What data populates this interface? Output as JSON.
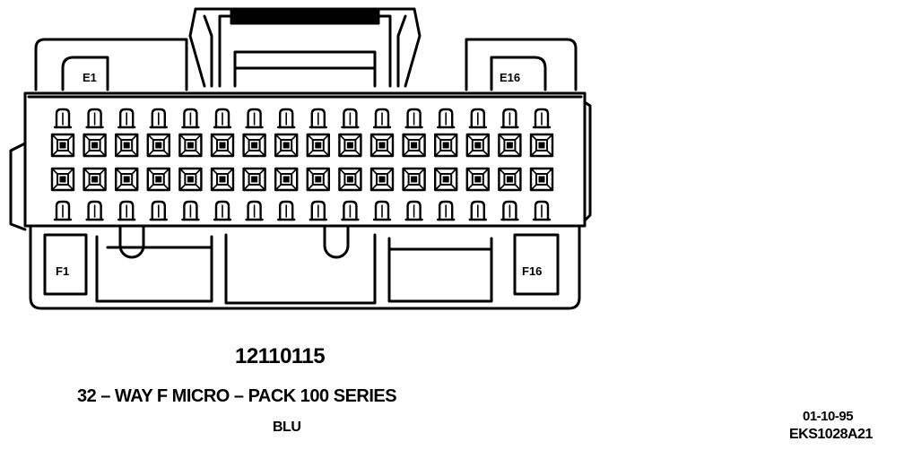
{
  "connector": {
    "part_number": "12110115",
    "description": "32 – WAY F MICRO – PACK 100 SERIES",
    "color": "BLU",
    "cavity_labels": {
      "top_left": "E1",
      "top_right": "E16",
      "bottom_left": "F1",
      "bottom_right": "F16"
    },
    "cavities_per_row": 16,
    "cavity_rows": 2
  },
  "footer": {
    "date": "01-10-95",
    "drawing_code": "EKS1028A21"
  }
}
